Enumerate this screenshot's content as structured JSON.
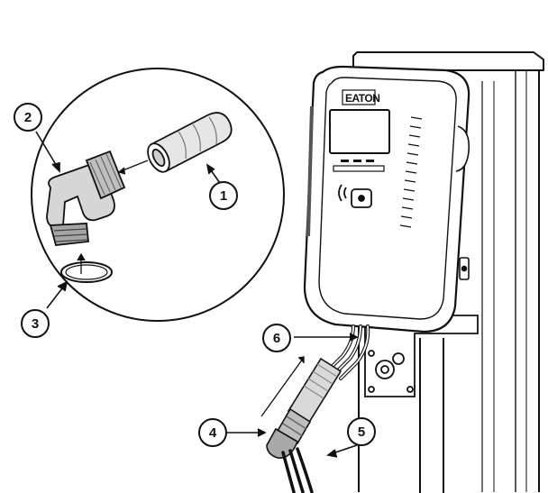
{
  "brand": {
    "logo_text": "EATON"
  },
  "callouts": [
    {
      "number": "1",
      "part": "conduit-sleeve"
    },
    {
      "number": "2",
      "part": "elbow-fitting"
    },
    {
      "number": "3",
      "part": "sealing-ring"
    },
    {
      "number": "4",
      "part": "cable-gland-assembly"
    },
    {
      "number": "5",
      "part": "supply-cable"
    },
    {
      "number": "6",
      "part": "cable-entry-wires"
    }
  ]
}
